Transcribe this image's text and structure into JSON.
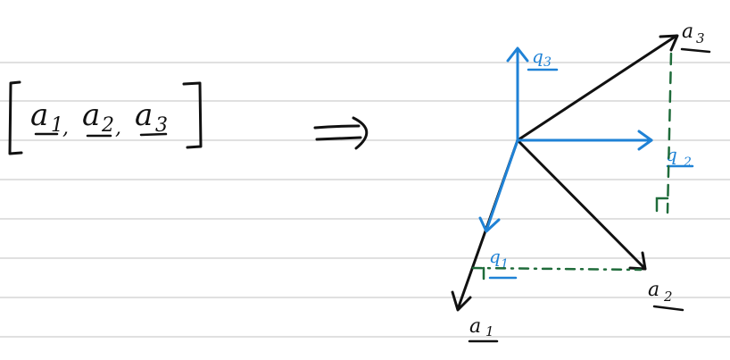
{
  "colors": {
    "paper": "#ffffff",
    "rule": "#d6d6d6",
    "ink": "#111111",
    "blue": "#1f82d6",
    "green": "#1f6b3a"
  },
  "matrix": {
    "bracket_left": "[",
    "bracket_right": "]",
    "entries": [
      "a",
      "a",
      "a"
    ],
    "subscripts": [
      "1",
      "2",
      "3"
    ],
    "separators": [
      ",",
      ","
    ]
  },
  "implies": "⟹",
  "vectors": {
    "a1": {
      "base": "a",
      "sub": "1"
    },
    "a2": {
      "base": "a",
      "sub": "2"
    },
    "a3": {
      "base": "a",
      "sub": "3"
    }
  },
  "basis": {
    "q1": {
      "base": "q",
      "sub": "1"
    },
    "q2": {
      "base": "q",
      "sub": "2"
    },
    "q3": {
      "base": "q",
      "sub": "3"
    }
  }
}
